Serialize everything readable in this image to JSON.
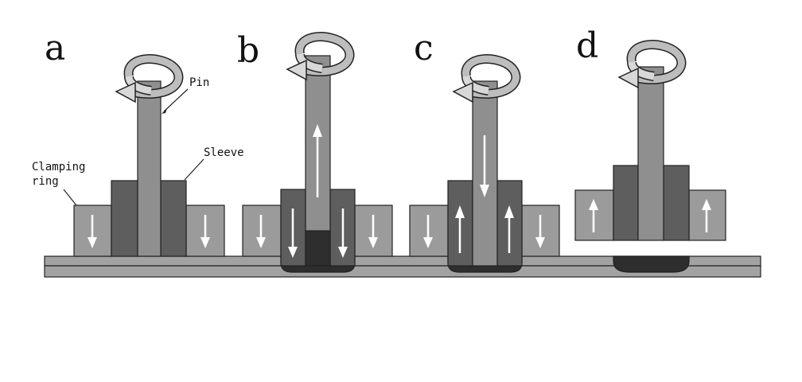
{
  "panels": [
    {
      "letter": "a",
      "pin": "Pin",
      "sleeve": "Sleeve",
      "clamp_line1": "Clamping",
      "clamp_line2": "ring"
    },
    {
      "letter": "b"
    },
    {
      "letter": "c"
    },
    {
      "letter": "d"
    }
  ],
  "colors": {
    "pin": "#8f8f8f",
    "sleeve": "#5e5e5e",
    "clamping_ring": "#9b9b9b",
    "plate": "#a2a2a2",
    "material": "#2e2e2e",
    "arrow": "#ffffff",
    "outline": "#222222"
  },
  "icons": [
    "rotation-arrow-icon",
    "axial-arrow-icon"
  ]
}
